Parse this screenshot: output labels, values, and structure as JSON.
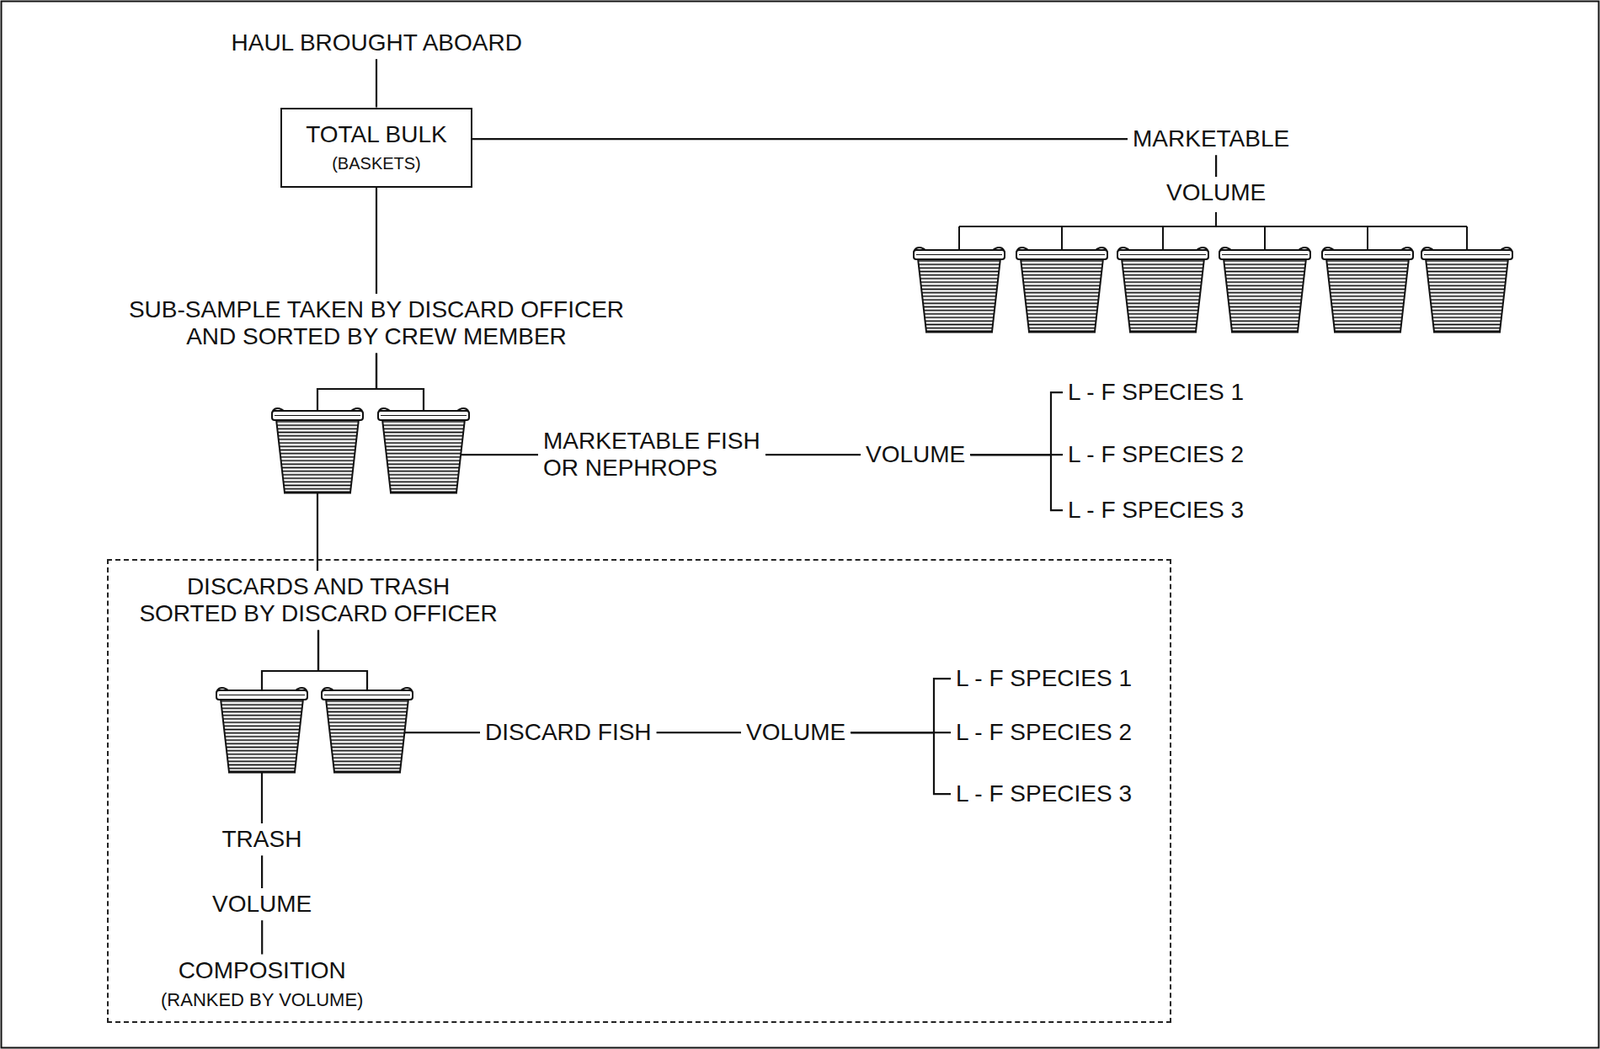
{
  "diagram": {
    "nodes": [
      {
        "text": [
          "HAUL BROUGHT ABOARD"
        ]
      },
      {
        "text": [
          "TOTAL BULK",
          "(BASKETS)"
        ]
      },
      {
        "text": [
          "MARKETABLE"
        ]
      },
      {
        "text": [
          "VOLUME"
        ]
      },
      {
        "text": [
          "SUB-SAMPLE TAKEN BY DISCARD OFFICER AND SORTED BY CREW MEMBER"
        ]
      },
      {
        "text": [
          "MARKETABLE FISH OR NEPHROPS"
        ]
      },
      {
        "text": [
          "VOLUME"
        ]
      },
      {
        "text": [
          "L - F SPECIES 1"
        ]
      },
      {
        "text": [
          "L - F SPECIES 2"
        ]
      },
      {
        "text": [
          "L - F SPECIES 3"
        ]
      },
      {
        "text": [
          "DISCARDS AND TRASH SORTED BY DISCARD OFFICER"
        ]
      },
      {
        "text": [
          "DISCARD FISH"
        ],
        "in": 10
      },
      {
        "text": [
          "VOLUME"
        ],
        "in": 10
      },
      {
        "text": [
          "L - F SPECIES 1"
        ],
        "in": 10
      },
      {
        "text": [
          "L - F SPECIES 2"
        ],
        "in": 10
      },
      {
        "text": [
          "L - F SPECIES 3"
        ],
        "in": 10
      },
      {
        "text": [
          "TRASH"
        ],
        "in": 10
      },
      {
        "text": [
          "VOLUME"
        ],
        "in": 10
      },
      {
        "text": [
          "COMPOSITION",
          "(RANKED BY VOLUME)"
        ],
        "in": 10
      }
    ],
    "edges": [
      {
        "from": 0,
        "to": 1,
        "arrow": "none"
      },
      {
        "from": 1,
        "to": 2,
        "arrow": "none"
      },
      {
        "from": 2,
        "to": 3,
        "arrow": "none"
      },
      {
        "from": 1,
        "to": 4,
        "arrow": "none"
      },
      {
        "from": 4,
        "to": 5,
        "arrow": "none"
      },
      {
        "from": 4,
        "to": 10,
        "arrow": "none"
      },
      {
        "from": 5,
        "to": 6,
        "arrow": "none"
      },
      {
        "from": 6,
        "to": 7,
        "arrow": "none"
      },
      {
        "from": 6,
        "to": 8,
        "arrow": "none"
      },
      {
        "from": 6,
        "to": 9,
        "arrow": "none"
      },
      {
        "from": 10,
        "to": 11,
        "arrow": "none"
      },
      {
        "from": 11,
        "to": 12,
        "arrow": "none"
      },
      {
        "from": 12,
        "to": 13,
        "arrow": "none"
      },
      {
        "from": 12,
        "to": 14,
        "arrow": "none"
      },
      {
        "from": 12,
        "to": 15,
        "arrow": "none"
      },
      {
        "from": 10,
        "to": 16,
        "arrow": "none"
      },
      {
        "from": 16,
        "to": 17,
        "arrow": "none"
      },
      {
        "from": 17,
        "to": 18,
        "arrow": "none"
      }
    ]
  }
}
